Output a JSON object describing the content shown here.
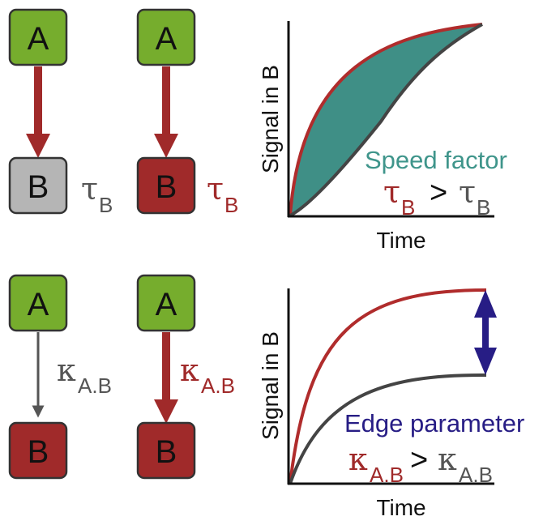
{
  "colors": {
    "node_green": "#76ad2d",
    "node_red": "#a02a2a",
    "node_gray": "#b5b5b5",
    "arrow_red": "#a02a2a",
    "arrow_gray": "#555555",
    "curve_red": "#b02c2c",
    "curve_gray": "#444444",
    "fill_teal": "#3f8f86",
    "speed_text": "#3f958b",
    "edge_text": "#271d85",
    "double_arrow": "#271d85",
    "text_dark": "#111111"
  },
  "nodes": {
    "a": "A",
    "b": "B"
  },
  "params": {
    "tau": "τ",
    "tau_sub": "B",
    "kappa": "κ",
    "kappa_sub": "A.B"
  },
  "panels": {
    "speed": {
      "y_label": "Signal in B",
      "x_label": "Time",
      "caption": "Speed factor",
      "comparison": ">"
    },
    "edge": {
      "y_label": "Signal in B",
      "x_label": "Time",
      "caption": "Edge parameter",
      "comparison": ">"
    }
  }
}
